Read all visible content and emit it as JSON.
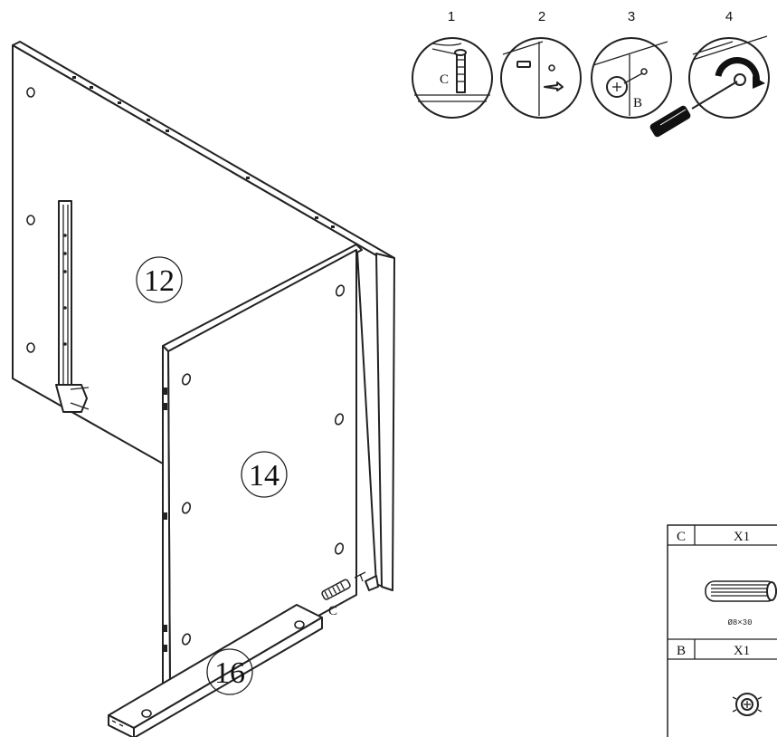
{
  "parts": {
    "p12": "12",
    "p14": "14",
    "p16": "16"
  },
  "steps": {
    "s1": "1",
    "s2": "2",
    "s3": "3",
    "s4": "4",
    "s1_label": "C",
    "s3_label": "B"
  },
  "callout_c": "C",
  "hardware": {
    "c_code": "C",
    "c_qty": "X1",
    "c_size": "Ø8×30",
    "b_code": "B",
    "b_qty": "X1"
  }
}
